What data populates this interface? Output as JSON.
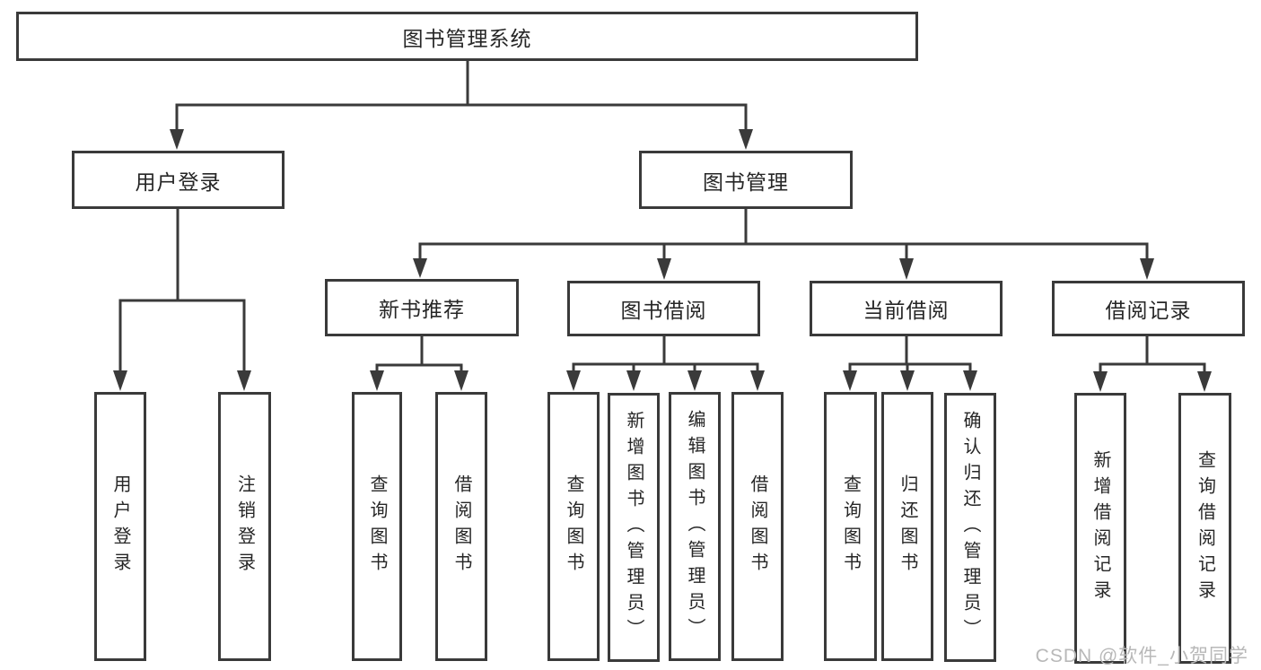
{
  "page": {
    "background": "#ffffff"
  },
  "diagram": {
    "line_color": "#3a3a3a",
    "text_color": "#262626",
    "root": {
      "label": "图书管理系统"
    },
    "level2": [
      {
        "label": "用户登录",
        "children": [
          {
            "label": "用户登录"
          },
          {
            "label": "注销登录"
          }
        ]
      },
      {
        "label": "图书管理",
        "children": [
          {
            "label": "新书推荐",
            "children": [
              {
                "label": "查询图书"
              },
              {
                "label": "借阅图书"
              }
            ]
          },
          {
            "label": "图书借阅",
            "children": [
              {
                "label": "查询图书"
              },
              {
                "label": "新增图书（管理员）"
              },
              {
                "label": "编辑图书（管理员）"
              },
              {
                "label": "借阅图书"
              }
            ]
          },
          {
            "label": "当前借阅",
            "children": [
              {
                "label": "查询图书"
              },
              {
                "label": "归还图书"
              },
              {
                "label": "确认归还（管理员）"
              }
            ]
          },
          {
            "label": "借阅记录",
            "children": [
              {
                "label": "新增借阅记录"
              },
              {
                "label": "查询借阅记录"
              }
            ]
          }
        ]
      }
    ]
  },
  "watermark": {
    "text": "CSDN @软件_小贺同学",
    "color": "#b8b8b8"
  }
}
